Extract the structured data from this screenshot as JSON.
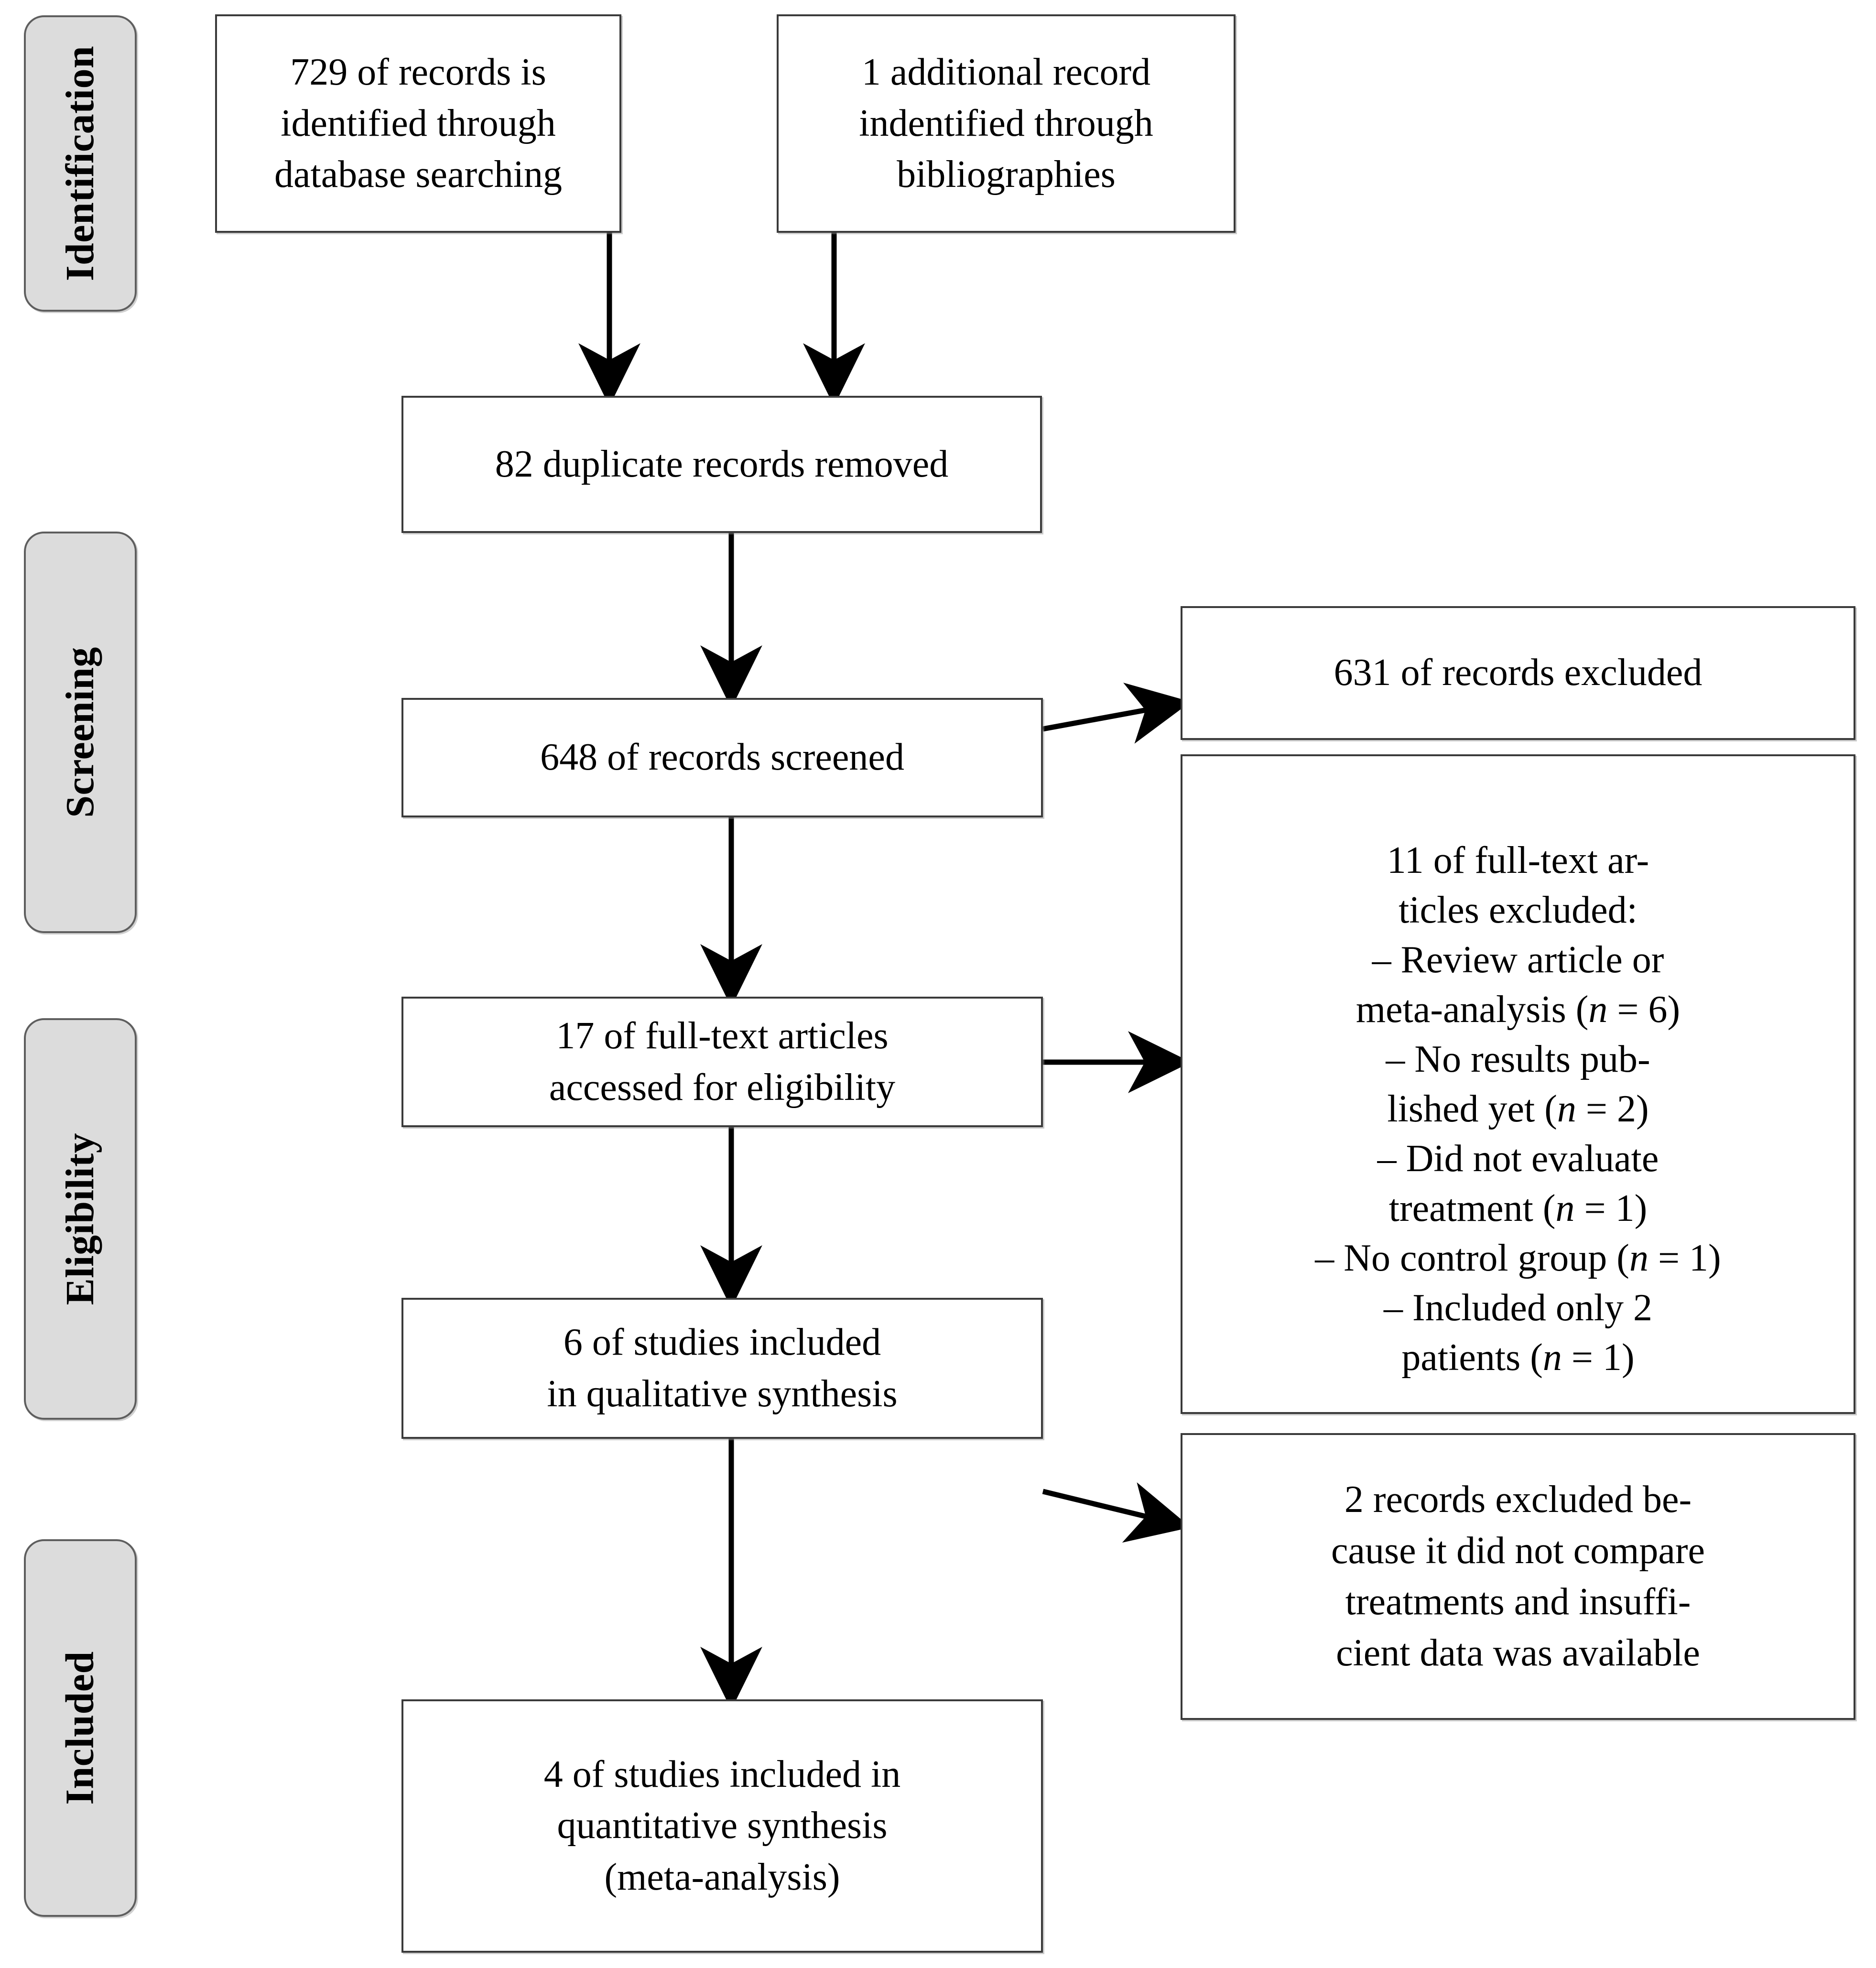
{
  "diagram": {
    "type": "PRISMA flow diagram",
    "stages": [
      {
        "key": "identification",
        "label": "Identification"
      },
      {
        "key": "screening",
        "label": "Screening"
      },
      {
        "key": "eligibility",
        "label": "Eligibility"
      },
      {
        "key": "included",
        "label": "Included"
      }
    ],
    "nodes": {
      "database_search": "729 of records is\nidentified through\ndatabase searching",
      "bibliography_search": "1 additional record\nindentified through\nbibliographies",
      "duplicates_removed": "82 duplicate records removed",
      "records_screened": "648 of records screened",
      "records_excluded": "631 of records excluded",
      "fulltext_assessed": "17 of full-text articles\naccessed for eligibility",
      "qualitative_included": "6 of studies included\nin qualitative synthesis",
      "quantitative_included": "4 of studies included in\nquantitative synthesis\n(meta-analysis)",
      "fulltext_excluded_heading": "11 of full-text ar-\nticles excluded:",
      "fulltext_excluded_reasons": [
        {
          "text": "– Review article or\nmeta-analysis (",
          "n_symbol": "n",
          "eq": " = ",
          "count": "6",
          "close": ")"
        },
        {
          "text": "– No results pub-\nlished yet (",
          "n_symbol": "n",
          "eq": " = ",
          "count": "2",
          "close": ")"
        },
        {
          "text": "– Did not evaluate\ntreatment (",
          "n_symbol": "n",
          "eq": " = ",
          "count": "1",
          "close": ")"
        },
        {
          "text": "– No control group (",
          "n_symbol": "n",
          "eq": " = ",
          "count": "1",
          "close": ")"
        },
        {
          "text": "– Included only 2\npatients (",
          "n_symbol": "n",
          "eq": " = ",
          "count": "1",
          "close": ")"
        }
      ],
      "records_excluded_reason": "2 records excluded be-\ncause it did not compare\ntreatments and insuffi-\ncient data was available"
    },
    "counts": {
      "database_records": 729,
      "additional_records": 1,
      "duplicates_removed": 82,
      "records_screened": 648,
      "records_excluded": 631,
      "fulltext_assessed": 17,
      "fulltext_excluded": 11,
      "qualitative_included": 6,
      "quantitative_excluded": 2,
      "quantitative_included": 4
    },
    "colors": {
      "band_fill": "#dcdcdc",
      "band_border": "#5e5e5e",
      "node_fill": "#ffffff",
      "node_border": "#3a3a3a",
      "arrow": "#000000",
      "page_background": "#ffffff"
    }
  }
}
